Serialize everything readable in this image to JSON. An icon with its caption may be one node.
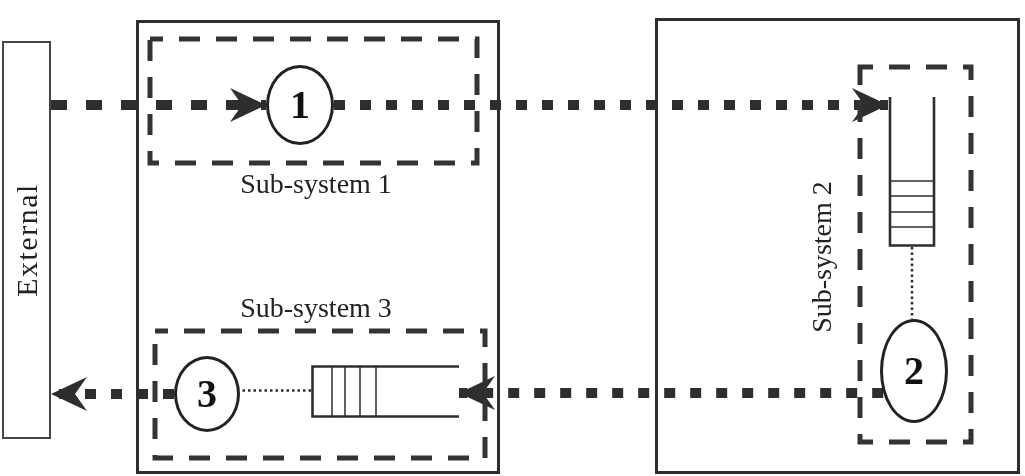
{
  "diagram": {
    "nodes": [
      {
        "text": [
          "External"
        ]
      },
      {
        "text": [],
        "shape": "box"
      },
      {
        "text": [
          "Sub-system 1"
        ],
        "in": 1
      },
      {
        "text": [
          "1"
        ],
        "in": 2
      },
      {
        "text": [
          "Sub-system 3"
        ],
        "in": 1
      },
      {
        "text": [
          "3"
        ],
        "in": 4
      },
      {
        "text": [],
        "shape": "queue",
        "in": 4
      },
      {
        "text": [],
        "shape": "box"
      },
      {
        "text": [
          "Sub-system 2"
        ],
        "in": 7
      },
      {
        "text": [],
        "shape": "queue",
        "in": 8
      },
      {
        "text": [
          "2"
        ],
        "in": 8
      }
    ],
    "edges": [
      {
        "from": 0,
        "to": 3,
        "arrow": "to",
        "style": "dashed"
      },
      {
        "from": 3,
        "to": 9,
        "arrow": "to",
        "style": "dashed"
      },
      {
        "from": 10,
        "to": 6,
        "arrow": "to",
        "style": "dashed"
      },
      {
        "from": 5,
        "to": 0,
        "arrow": "to",
        "style": "dashed"
      },
      {
        "from": 9,
        "to": 10,
        "arrow": "none"
      },
      {
        "from": 6,
        "to": 5,
        "arrow": "none"
      }
    ]
  }
}
